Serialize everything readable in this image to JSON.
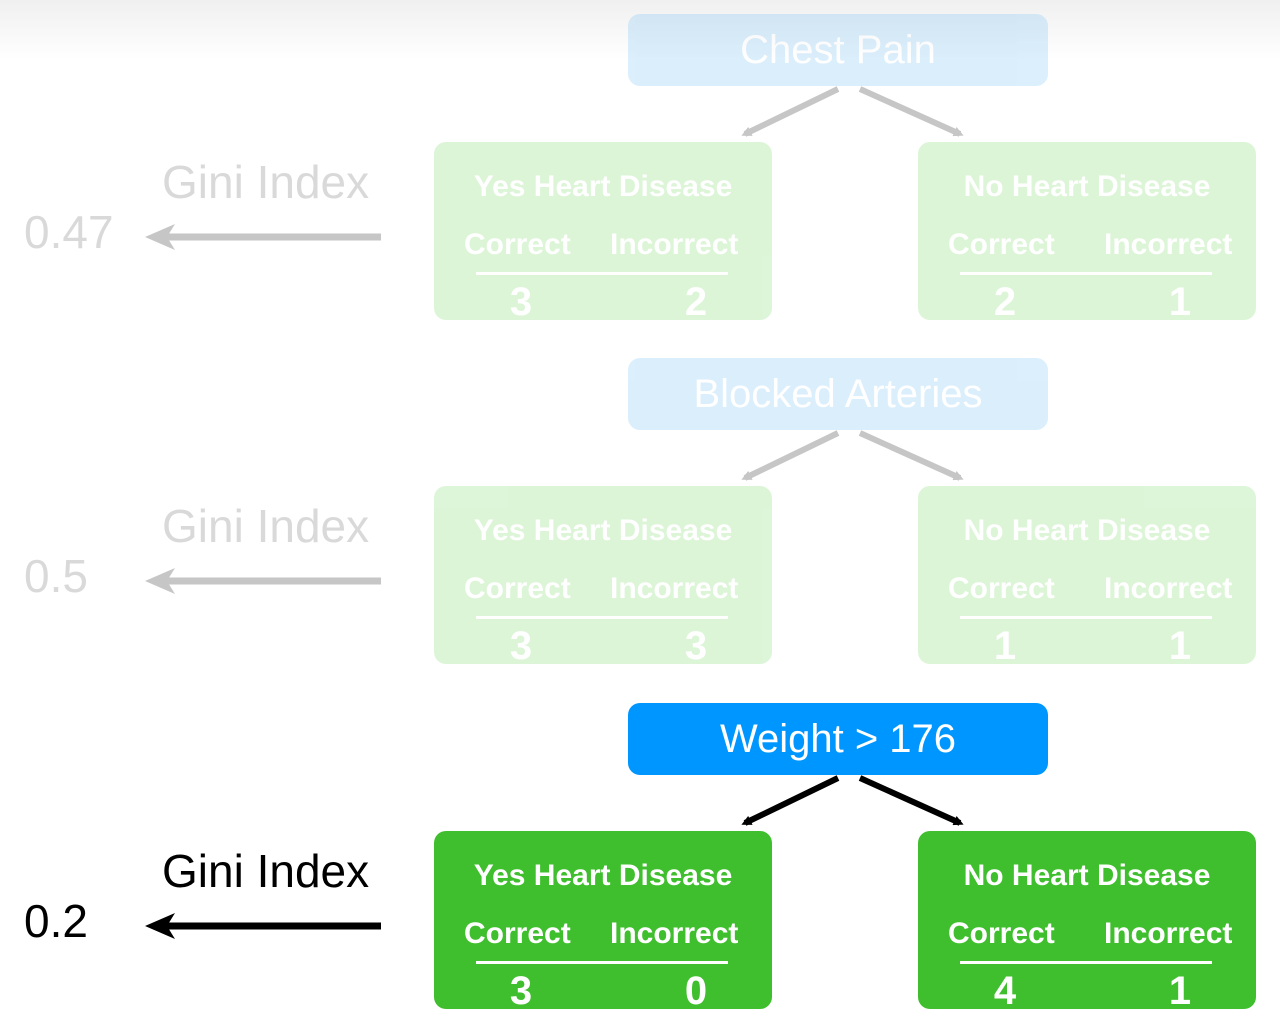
{
  "rows": [
    {
      "root_label": "Chest Pain",
      "gini_label": "Gini Index",
      "gini_value": "0.47",
      "left_leaf": {
        "title": "Yes Heart Disease",
        "correct_label": "Correct",
        "incorrect_label": "Incorrect",
        "correct": "3",
        "incorrect": "2"
      },
      "right_leaf": {
        "title": "No Heart Disease",
        "correct_label": "Correct",
        "incorrect_label": "Incorrect",
        "correct": "2",
        "incorrect": "1"
      }
    },
    {
      "root_label": "Blocked Arteries",
      "gini_label": "Gini Index",
      "gini_value": "0.5",
      "left_leaf": {
        "title": "Yes Heart Disease",
        "correct_label": "Correct",
        "incorrect_label": "Incorrect",
        "correct": "3",
        "incorrect": "3"
      },
      "right_leaf": {
        "title": "No Heart Disease",
        "correct_label": "Correct",
        "incorrect_label": "Incorrect",
        "correct": "1",
        "incorrect": "1"
      }
    },
    {
      "root_label": "Weight > 176",
      "gini_label": "Gini Index",
      "gini_value": "0.2",
      "left_leaf": {
        "title": "Yes Heart Disease",
        "correct_label": "Correct",
        "incorrect_label": "Incorrect",
        "correct": "3",
        "incorrect": "0"
      },
      "right_leaf": {
        "title": "No Heart Disease",
        "correct_label": "Correct",
        "incorrect_label": "Incorrect",
        "correct": "4",
        "incorrect": "1"
      }
    }
  ],
  "colors": {
    "root_blue": "#0096ff",
    "leaf_green": "#3fbf2e",
    "arrow_black": "#000000",
    "faded_opacity_hint": "faded"
  }
}
